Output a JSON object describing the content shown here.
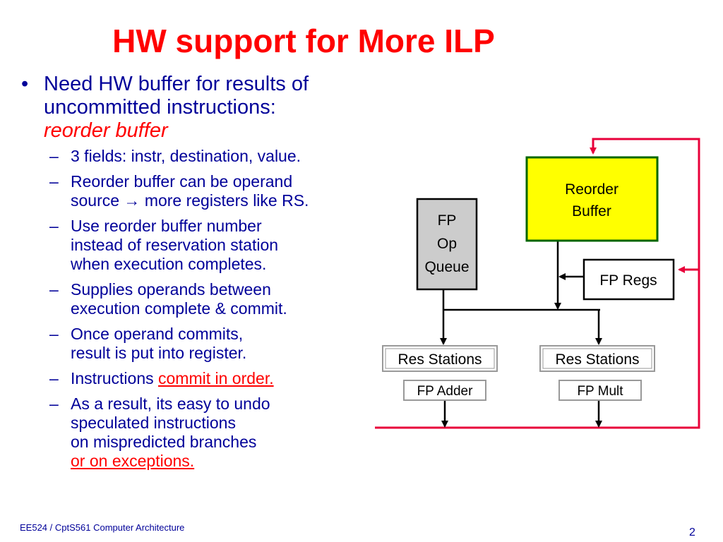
{
  "title": "HW support for More ILP",
  "bullet": {
    "marker": "•",
    "line1": "Need HW buffer for results of",
    "line2": "uncommitted instructions:",
    "term": "reorder buffer"
  },
  "subitems": [
    {
      "marker": "–",
      "lines": [
        "3 fields: instr, destination, value."
      ]
    },
    {
      "marker": "–",
      "lines": [
        "Reorder buffer can be operand",
        "source → more registers like RS."
      ]
    },
    {
      "marker": "–",
      "lines": [
        "Use reorder buffer number",
        "instead of reservation station",
        "when execution completes."
      ]
    },
    {
      "marker": "–",
      "lines": [
        "Supplies operands between",
        "execution complete & commit."
      ]
    },
    {
      "marker": "–",
      "lines": [
        "Once operand commits,",
        "result is put into register."
      ]
    },
    {
      "marker": "–",
      "prefix": "Instructions ",
      "highlight": "commit  in order."
    },
    {
      "marker": "–",
      "lines": [
        "As a result, its easy to undo",
        "speculated instructions",
        "on mispredicted branches"
      ],
      "highlight": "or on exceptions."
    }
  ],
  "diagram": {
    "fp_queue": [
      "FP",
      "Op",
      "Queue"
    ],
    "reorder_buffer": [
      "Reorder",
      "Buffer"
    ],
    "fp_regs": "FP Regs",
    "res_stations_left": "Res Stations",
    "res_stations_right": "Res Stations",
    "fp_adder": "FP Adder",
    "fp_mult": "FP Mult",
    "colors": {
      "reorder_fill": "#ffff00",
      "reorder_border": "#006600",
      "queue_fill": "#cccccc",
      "result_bus": "#e8003a"
    }
  },
  "footer": "EE524 / CptS561 Computer Architecture",
  "page_number": "2"
}
